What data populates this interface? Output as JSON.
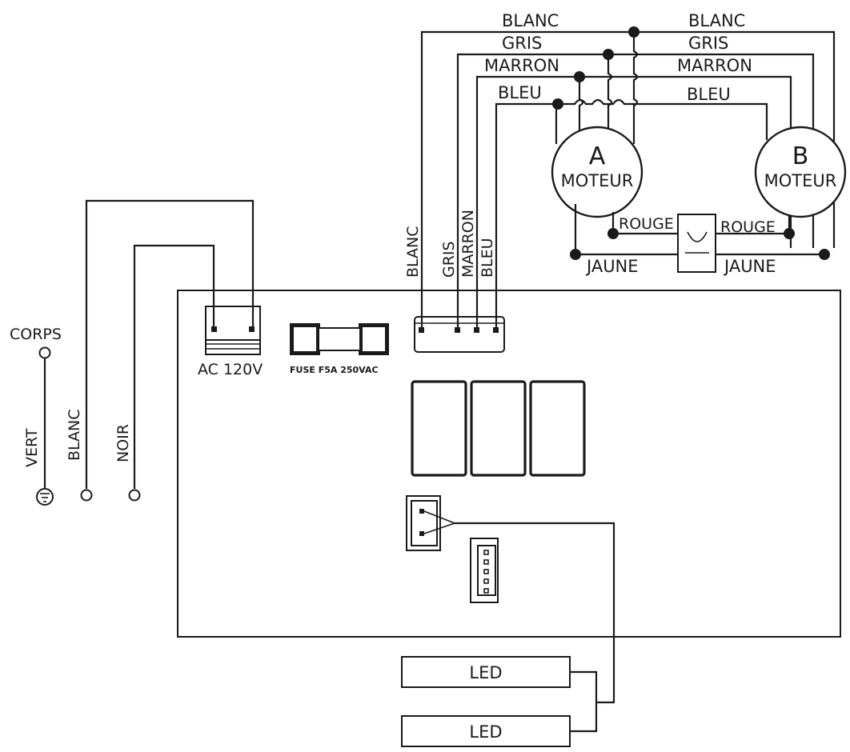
{
  "wire_labels": {
    "blanc": "BLANC",
    "gris": "GRIS",
    "marron": "MARRON",
    "bleu": "BLEU",
    "rouge": "ROUGE",
    "jaune": "JAUNE",
    "vert": "VERT",
    "noir": "NOIR"
  },
  "terminals": {
    "corps": "CORPS"
  },
  "motors": {
    "a_letter": "A",
    "b_letter": "B",
    "label": "MOTEUR"
  },
  "board": {
    "ac_input": "AC 120V",
    "fuse": "FUSE  F5A  250VAC"
  },
  "leds": [
    "LED",
    "LED"
  ]
}
